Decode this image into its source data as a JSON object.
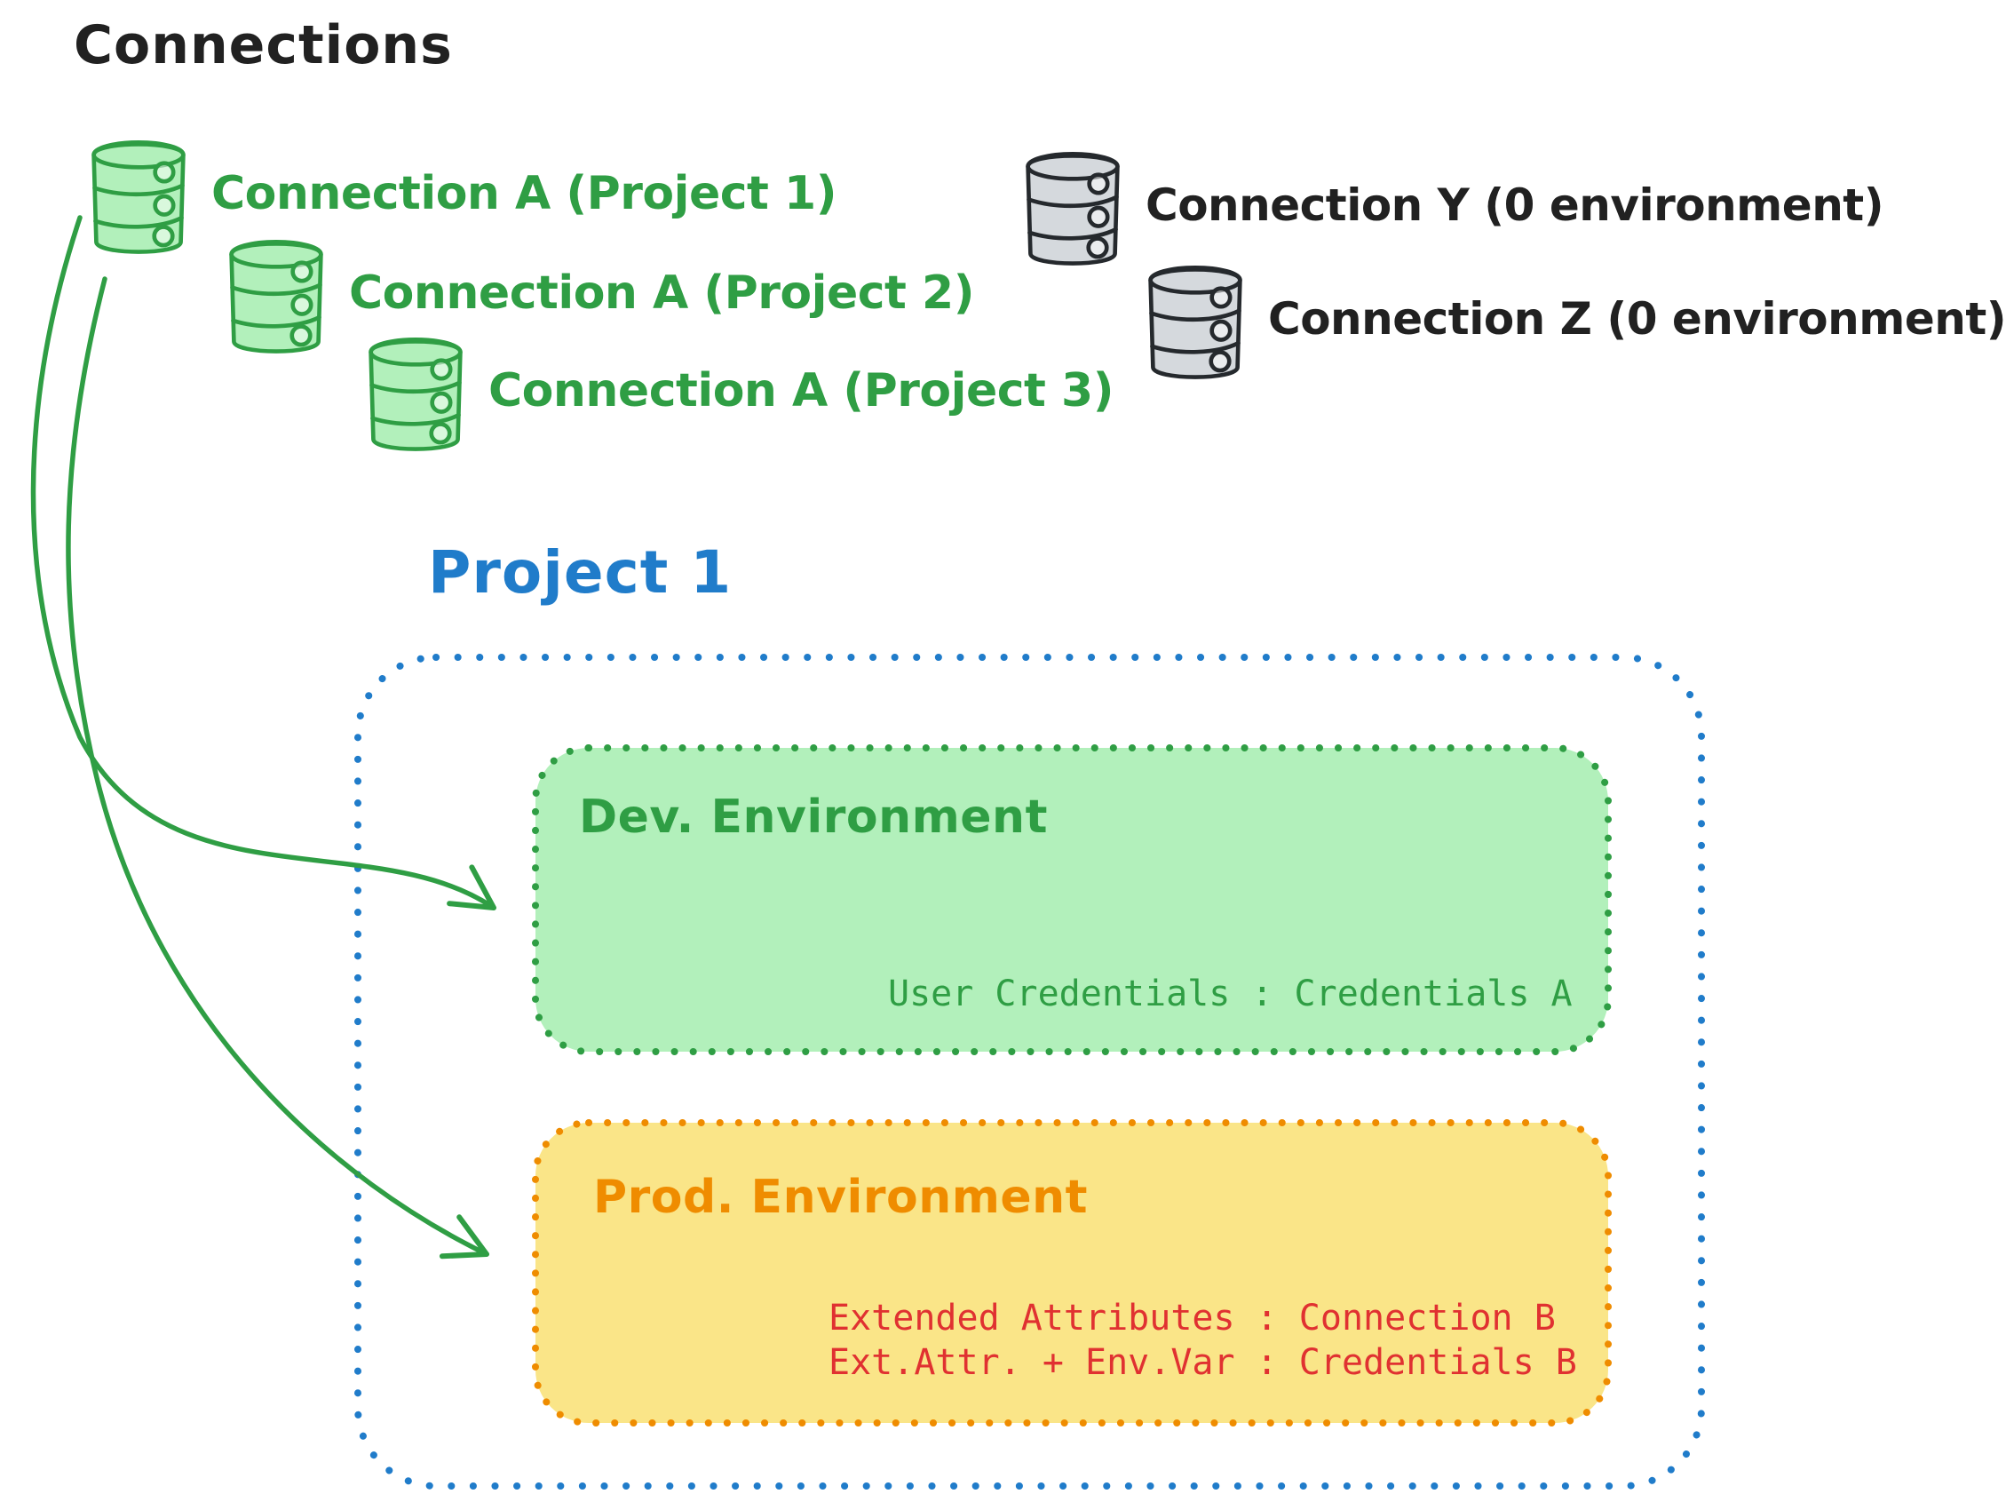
{
  "diagram_title": "Connections",
  "connections": {
    "assigned": [
      {
        "label": "Connection A (Project 1)",
        "icon": "database-icon",
        "color": "#2f9e44"
      },
      {
        "label": "Connection A (Project 2)",
        "icon": "database-icon",
        "color": "#2f9e44"
      },
      {
        "label": "Connection A (Project 3)",
        "icon": "database-icon",
        "color": "#2f9e44"
      }
    ],
    "unassigned": [
      {
        "label": "Connection Y (0 environment)",
        "icon": "database-icon",
        "color": "#212121"
      },
      {
        "label": "Connection Z (0 environment)",
        "icon": "database-icon",
        "color": "#212121"
      }
    ]
  },
  "project": {
    "title": "Project 1",
    "environments": {
      "dev": {
        "title": "Dev. Environment",
        "credential_line": "User Credentials : Credentials A"
      },
      "prod": {
        "title": "Prod. Environment",
        "line1": "Extended Attributes : Connection B",
        "line2": "Ext.Attr. + Env.Var : Credentials B"
      }
    }
  },
  "colors": {
    "green_stroke": "#2f9e44",
    "green_fill": "#b2f0bb",
    "blue": "#207cca",
    "orange_stroke": "#ef8c00",
    "yellow_fill": "#fae588",
    "red_text": "#e03131",
    "black_text": "#212121",
    "gray_db_fill": "#d5d9dd",
    "gray_db_stroke": "#25292d"
  }
}
